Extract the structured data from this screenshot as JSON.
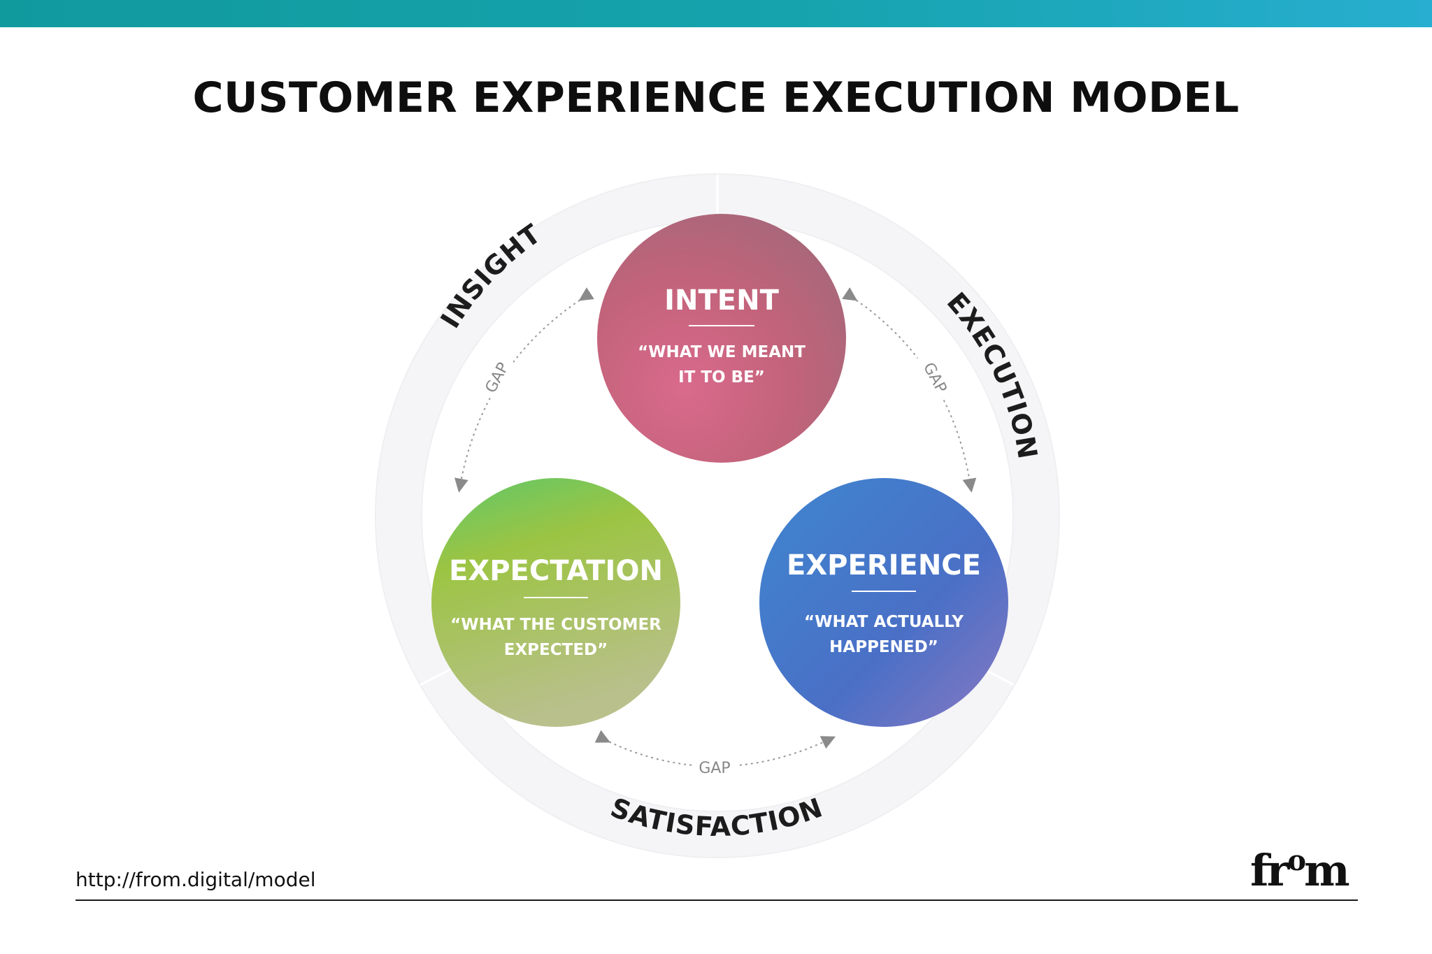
{
  "title": "CUSTOMER EXPERIENCE EXECUTION MODEL",
  "colors": {
    "topbar": "#119a9e",
    "intent": "#c2637a",
    "expectation": "#9cc443",
    "experience": "#4a7ed0",
    "ring": "#f5f5f7",
    "arrow": "#8a8a8a"
  },
  "ring_labels": {
    "insight": "INSIGHT",
    "execution": "EXECUTION",
    "satisfaction": "SATISFACTION"
  },
  "gaps": {
    "left": "GAP",
    "right": "GAP",
    "bottom": "GAP"
  },
  "nodes": {
    "intent": {
      "title": "INTENT",
      "line1": "“WHAT WE MEANT",
      "line2": "IT TO BE”"
    },
    "expectation": {
      "title": "EXPECTATION",
      "line1": "“WHAT THE CUSTOMER",
      "line2": "EXPECTED”"
    },
    "experience": {
      "title": "EXPERIENCE",
      "line1": "“WHAT ACTUALLY",
      "line2": "HAPPENED”"
    }
  },
  "footer": {
    "url": "http://from.digital/model",
    "logo": "from"
  }
}
